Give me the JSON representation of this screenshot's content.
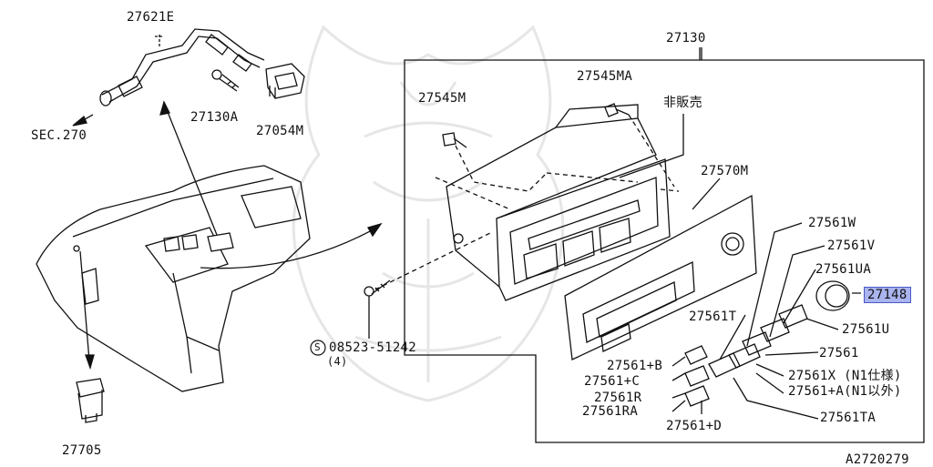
{
  "diagram": {
    "labels": {
      "hose_part": "27621E",
      "sec_ref": "SEC.270",
      "screw_a": "27130A",
      "sensor": "27054M",
      "unit_main": "27130",
      "screw_m": "27545M",
      "screw_ma": "27545MA",
      "not_for_sale": "非販売",
      "finisher": "27570M",
      "btn_w": "27561W",
      "btn_v": "27561V",
      "btn_ua": "27561UA",
      "knob": "27148",
      "btn_u": "27561U",
      "btn_t": "27561T",
      "btn_plain": "27561",
      "btn_x": "27561X (N1仕様)",
      "btn_plus_a": "27561+A(N1以外)",
      "btn_ta": "27561TA",
      "btn_plus_d": "27561+D",
      "btn_plus_b": "27561+B",
      "btn_plus_c": "27561+C",
      "btn_r": "27561R",
      "btn_ra": "27561RA",
      "screw_s": "08523-51242",
      "screw_qty": "(4)",
      "screw_s_symbol": "S",
      "aspirator": "27705",
      "figure_code": "A2720279"
    },
    "highlight_color": "#aab4ee"
  }
}
